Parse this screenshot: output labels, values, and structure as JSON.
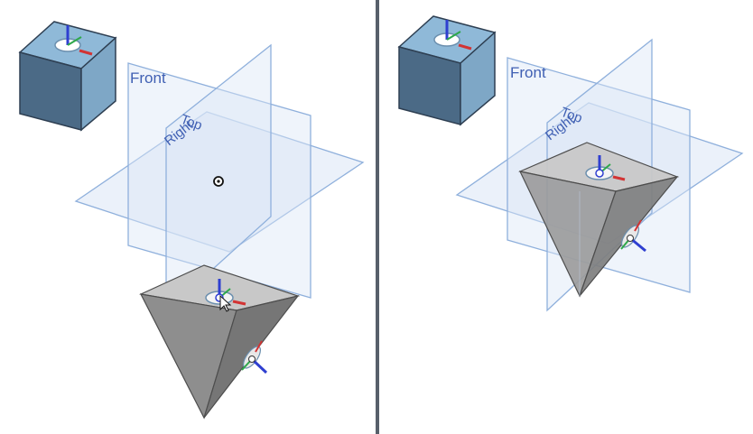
{
  "viewports": [
    {
      "name": "left",
      "planes": {
        "front": "Front",
        "top": "Top",
        "right": "Right"
      }
    },
    {
      "name": "right",
      "planes": {
        "front": "Front",
        "top": "Top",
        "right": "Right"
      }
    }
  ],
  "colors": {
    "plane_fill": "#dbe6f6",
    "plane_edge": "#8fb0dc",
    "cube_top": "#8fb9d8",
    "cube_front": "#4b6a86",
    "cube_side": "#7ea7c6",
    "solid_top": "#c8c8c8",
    "solid_face": "#8e8e8e",
    "solid_face_dark": "#767676",
    "axis_x": "#d23434",
    "axis_y": "#2ea84a",
    "axis_z": "#2f3fd0",
    "label": "#3f5fb3",
    "divider": "#58606b"
  },
  "icons": [
    "view-cube-icon",
    "origin-icon",
    "mate-connector-icon",
    "cursor-icon"
  ]
}
